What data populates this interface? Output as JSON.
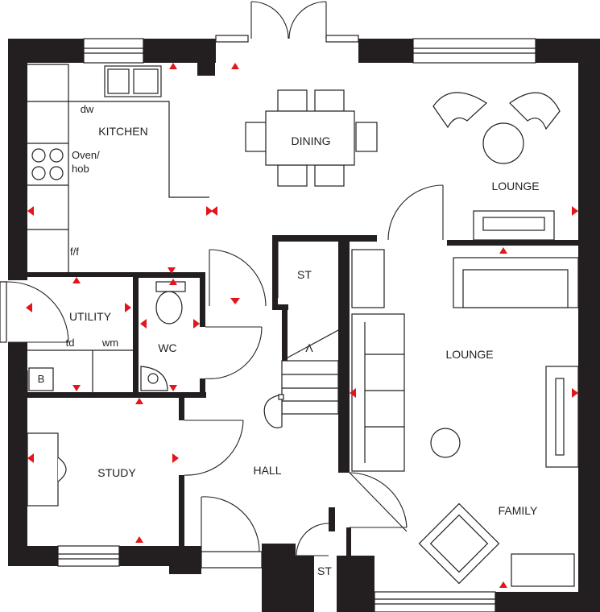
{
  "rooms": {
    "kitchen": "KITCHEN",
    "dining": "DINING",
    "lounge_top": "LOUNGE",
    "lounge_main": "LOUNGE",
    "family": "FAMILY",
    "utility": "UTILITY",
    "wc": "WC",
    "study": "STUDY",
    "hall": "HALL",
    "store_upper": "ST",
    "store_lower": "ST"
  },
  "appliances": {
    "dishwasher": "dw",
    "oven_line1": "Oven/",
    "oven_line2": "hob",
    "fridge_freezer": "f/f",
    "tumble_dryer": "td",
    "washing_machine": "wm",
    "boiler": "B"
  },
  "colors": {
    "wall": "#231f20",
    "marker": "#e3141b",
    "background": "#ffffff"
  }
}
